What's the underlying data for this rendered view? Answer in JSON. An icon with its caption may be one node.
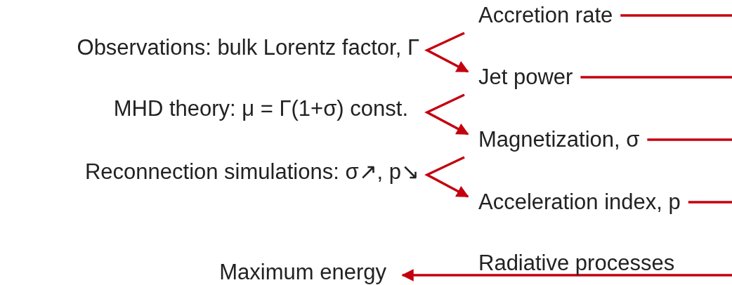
{
  "diagram": {
    "nodes": [
      {
        "text": [
          "Observations: bulk Lorentz factor, Γ"
        ]
      },
      {
        "text": [
          "MHD theory: μ = Γ(1+σ) const."
        ]
      },
      {
        "text": [
          "Reconnection simulations: σ↗, p↘"
        ]
      },
      {
        "text": [
          "Maximum energy"
        ]
      },
      {
        "text": [
          "Accretion rate"
        ]
      },
      {
        "text": [
          "Jet power"
        ]
      },
      {
        "text": [
          "Magnetization, σ"
        ]
      },
      {
        "text": [
          "Acceleration index, p"
        ]
      }
    ],
    "edges": [
      {
        "from": 4,
        "to": 5,
        "arrow": "to"
      },
      {
        "from": 5,
        "to": 6,
        "arrow": "to"
      },
      {
        "from": 6,
        "to": 7,
        "arrow": "to"
      },
      {
        "from": 4,
        "to": null,
        "arrow": "none"
      },
      {
        "from": 5,
        "to": null,
        "arrow": "none"
      },
      {
        "from": 6,
        "to": null,
        "arrow": "none"
      },
      {
        "from": 7,
        "to": null,
        "arrow": "none"
      },
      {
        "from": null,
        "to": 3,
        "arrow": "to",
        "label": "Radiative processes"
      }
    ]
  }
}
